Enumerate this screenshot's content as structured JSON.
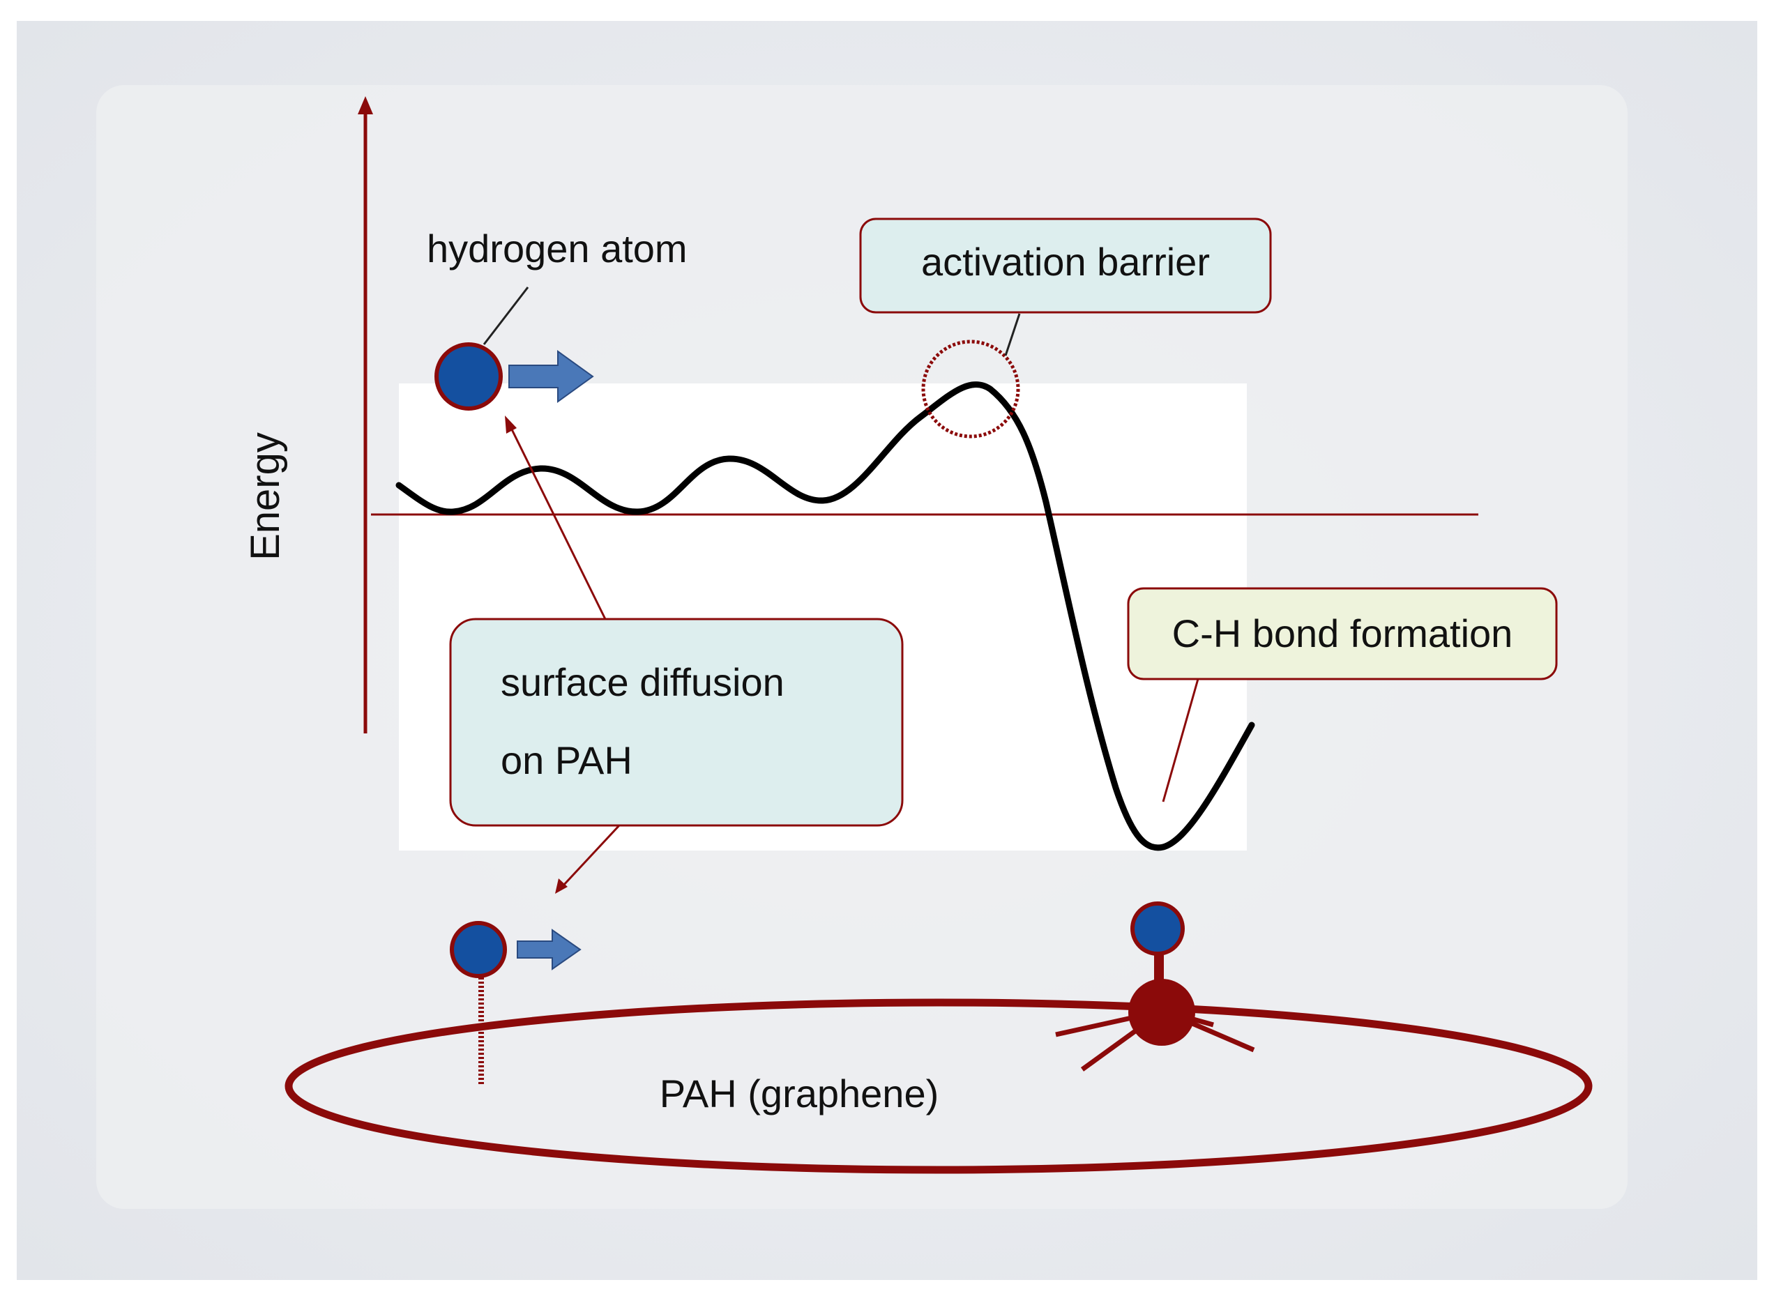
{
  "labels": {
    "axis": "Energy",
    "hydrogen_atom": "hydrogen atom",
    "activation_barrier": "activation barrier",
    "surface_diffusion_line1": "surface diffusion",
    "surface_diffusion_line2": "on PAH",
    "ch_bond": "C-H bond formation",
    "pah": "PAH (graphene)"
  },
  "colors": {
    "accent": "#8b0a0a",
    "atom_fill": "#1450a0",
    "arrow_fill": "#4a78b8",
    "callout_blue": "#ddeeee",
    "callout_green": "#eef3dc",
    "curve": "#000000"
  }
}
